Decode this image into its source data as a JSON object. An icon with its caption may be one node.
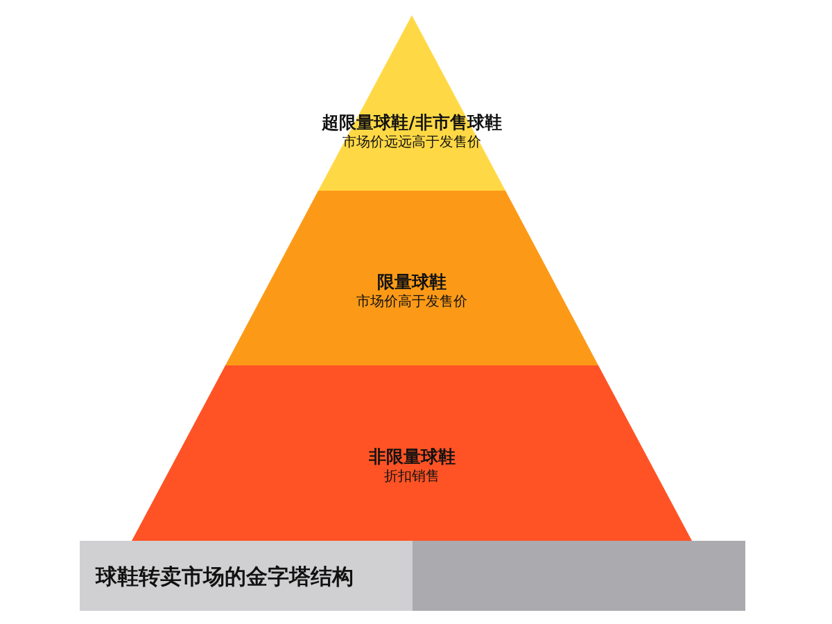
{
  "diagram": {
    "title": "球鞋转卖市场的金字塔结构",
    "nodes": [
      {
        "text": [
          "超限量球鞋/非市售球鞋",
          "市场价远远高于发售价"
        ]
      },
      {
        "text": [
          "限量球鞋",
          "市场价高于发售价"
        ]
      },
      {
        "text": [
          "非限量球鞋",
          "折扣销售"
        ]
      }
    ]
  }
}
